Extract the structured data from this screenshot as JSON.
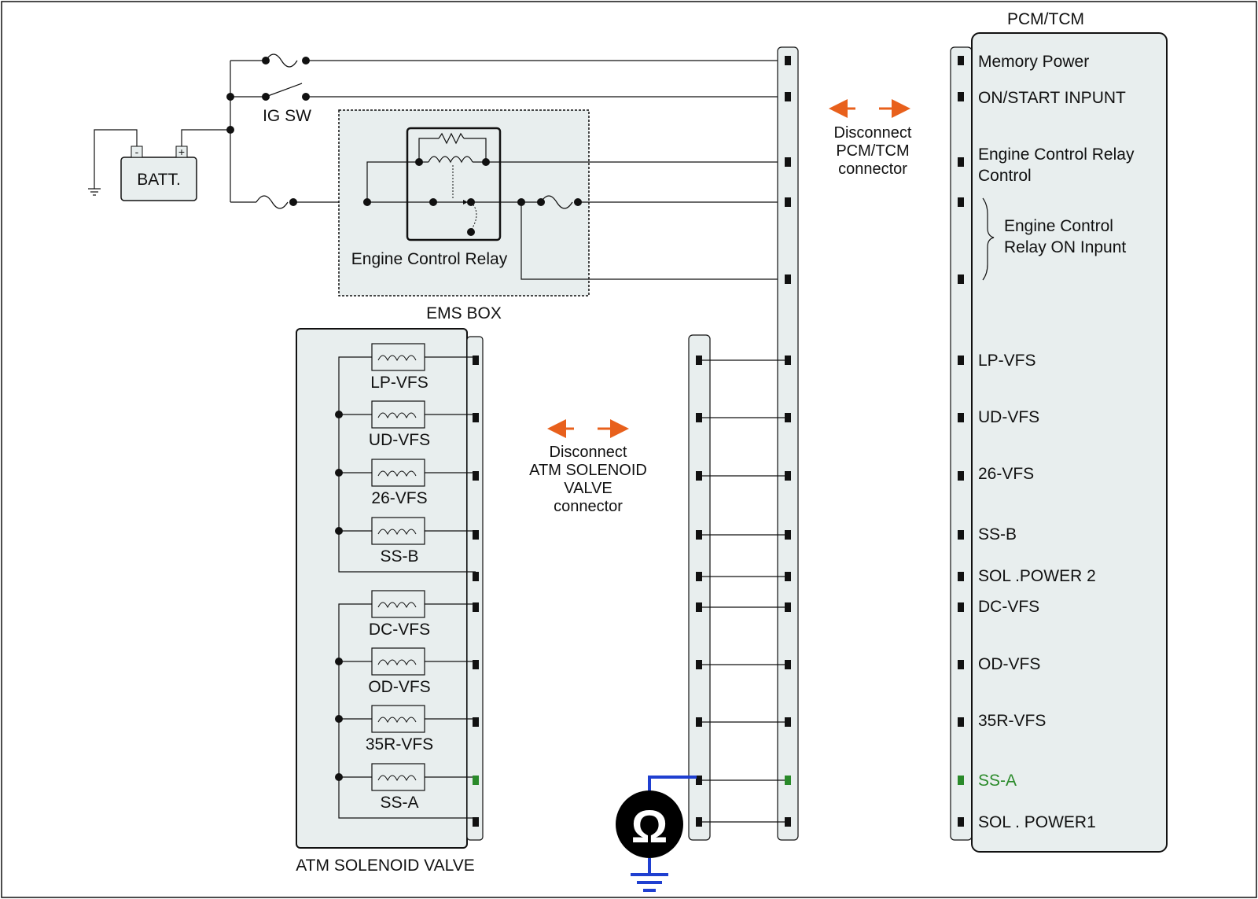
{
  "colors": {
    "panel_fill": "#e8eeee",
    "wire": "#111111",
    "arrow": "#e8601c",
    "highlight": "#2a8a2a",
    "probe_wire": "#1f3fd0",
    "meter": "#000000"
  },
  "power": {
    "battery_label": "BATT.",
    "battery_minus": "-",
    "battery_plus": "+",
    "ig_switch_label": "IG SW"
  },
  "ems": {
    "box_label": "EMS BOX",
    "relay_label": "Engine Control Relay"
  },
  "pcm": {
    "title": "PCM/TCM",
    "pins": [
      {
        "label": "Memory Power"
      },
      {
        "label": "ON/START  INPUNT"
      },
      {
        "label": "Engine Control Relay"
      },
      {
        "label": "Control"
      },
      {
        "label": "Engine Control"
      },
      {
        "label": "Relay ON Inpunt"
      },
      {
        "label": "LP-VFS"
      },
      {
        "label": "UD-VFS"
      },
      {
        "label": "26-VFS"
      },
      {
        "label": "SS-B"
      },
      {
        "label": "SOL .POWER 2"
      },
      {
        "label": "DC-VFS"
      },
      {
        "label": "OD-VFS"
      },
      {
        "label": "35R-VFS"
      },
      {
        "label": "SS-A"
      },
      {
        "label": "SOL . POWER1"
      }
    ]
  },
  "disconnect_pcm": {
    "lines": [
      "Disconnect",
      "PCM/TCM",
      "connector"
    ]
  },
  "disconnect_atm": {
    "lines": [
      "Disconnect",
      "ATM SOLENOID",
      "VALVE",
      "connector"
    ]
  },
  "solenoid_block": {
    "label": "ATM SOLENOID VALVE",
    "solenoids": [
      "LP-VFS",
      "UD-VFS",
      "26-VFS",
      "SS-B",
      "DC-VFS",
      "OD-VFS",
      "35R-VFS",
      "SS-A"
    ]
  },
  "meter": {
    "symbol": "Ω",
    "icon": "ohmmeter-icon"
  }
}
